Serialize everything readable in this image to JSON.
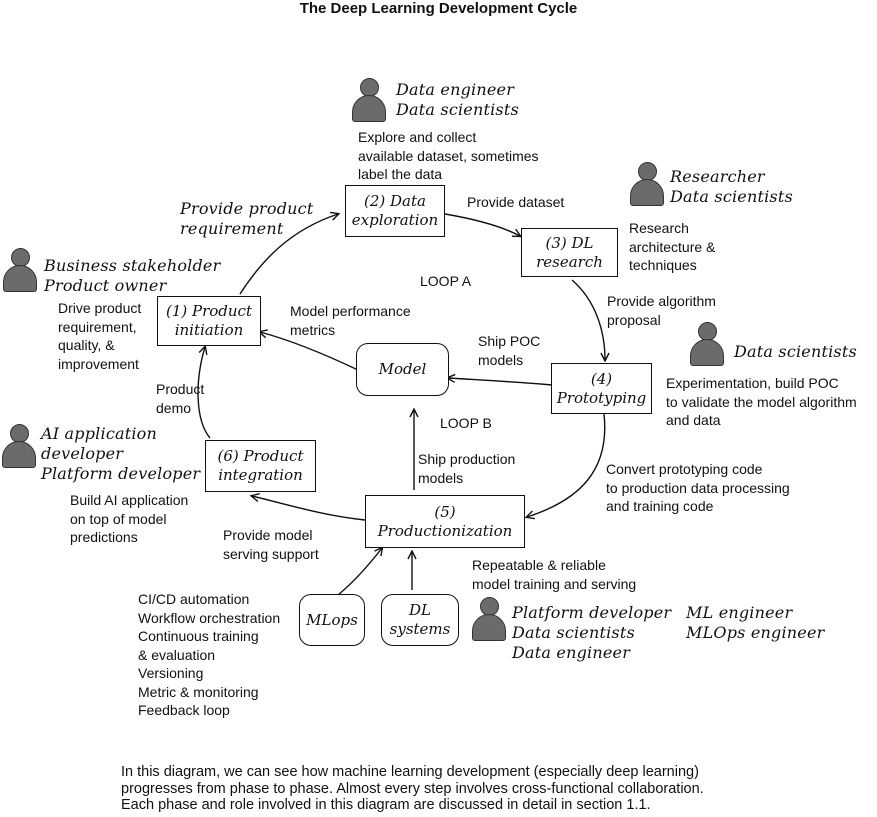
{
  "title": "The Deep Learning Development Cycle",
  "nodes": {
    "product_initiation": "(1) Product\ninitiation",
    "data_exploration": "(2) Data\nexploration",
    "dl_research": "(3) DL\nresearch",
    "prototyping": "(4)\nPrototyping",
    "productionization": "(5)\nProductionization",
    "product_integration": "(6) Product\nintegration",
    "model": "Model",
    "mlops": "MLops",
    "dl_systems": "DL\nsystems"
  },
  "roles": {
    "data_exploration": "Data engineer\nData scientists",
    "dl_research": "Researcher\nData scientists",
    "product_initiation": "Business stakeholder\nProduct owner",
    "prototyping": "Data scientists",
    "product_integration": "AI application\ndeveloper\nPlatform developer",
    "productionization_left": "Platform developer\nData scientists\nData engineer",
    "productionization_right": "ML engineer\nMLOps engineer"
  },
  "descriptions": {
    "data_exploration": "Explore and collect\navailable dataset, sometimes\nlabel the data",
    "dl_research": "Research\narchitecture &\ntechniques",
    "product_initiation": "Drive product\nrequirement,\nquality, &\nimprovement",
    "prototyping": "Experimentation, build POC\nto validate the model algorithm\nand data",
    "product_integration": "Build AI application\non top of model\npredictions",
    "productionization": "Repeatable & reliable\nmodel training and serving",
    "mlops_list": "CI/CD automation\nWorkflow orchestration\nContinuous training\n& evaluation\nVersioning\nMetric & monitoring\nFeedback loop"
  },
  "edge_labels": {
    "provide_product_requirement": "Provide product\nrequirement",
    "provide_dataset": "Provide dataset",
    "provide_algorithm_proposal": "Provide algorithm\nproposal",
    "ship_poc_models": "Ship POC\nmodels",
    "model_performance_metrics": "Model performance\nmetrics",
    "convert_prototyping_code": "Convert prototyping code\nto production data processing\nand training code",
    "ship_production_models": "Ship production\nmodels",
    "provide_model_serving_support": "Provide model\nserving support",
    "product_demo": "Product\ndemo"
  },
  "loops": {
    "loop_a": "LOOP A",
    "loop_b": "LOOP B"
  },
  "caption": "In this diagram, we can see how machine learning development (especially deep learning)\nprogresses from phase to phase. Almost every step involves cross-functional collaboration.\nEach phase and role involved in this diagram are discussed in detail in section 1.1."
}
